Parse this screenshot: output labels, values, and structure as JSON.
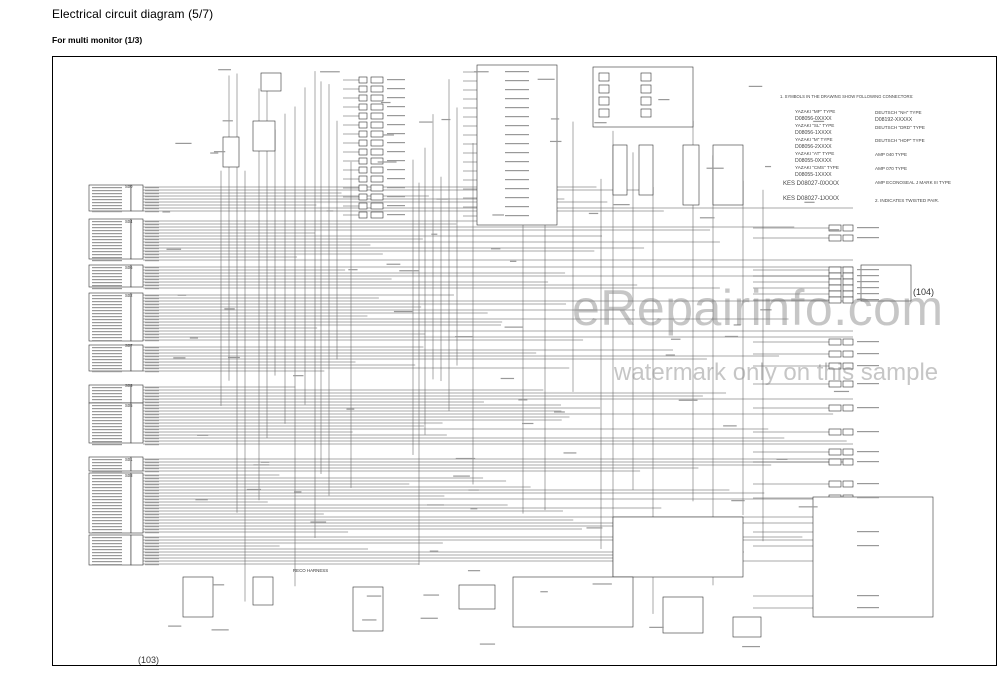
{
  "header": {
    "title": "Electrical circuit diagram (5/7)",
    "subtitle": "For multi monitor (1/3)"
  },
  "watermark": {
    "brand": "eRepairinfo.com",
    "notice": "watermark only on this sample"
  },
  "diagram": {
    "connectors_left": [
      "S00",
      "S04",
      "S06",
      "S02",
      "S07",
      "S03",
      "S05",
      "S01",
      "S08"
    ],
    "notes": [
      "1. SYMBOLS IN THE DRAWING SHOW FOLLOWING CONNECTORS:",
      "YAZAKI \"MF\" TYPE",
      "YAZAKI \"SL\" TYPE",
      "YAZAKI \"M\" TYPE",
      "YAZAKI \"AT\" TYPE",
      "YAZAKI \"CMS\" TYPE",
      "KES D08027-0XXXX",
      "KES D08027-1XXXX",
      "DEUTSCH \"NH\" TYPE",
      "DEUTSCH \"DRD\" TYPE",
      "DEUTSCH \"HDP\" TYPE",
      "AMP 040 TYPE",
      "AMP 070 TYPE",
      "AMP ECONOSEAL J MARK III TYPE",
      "2. INDICATES TWISTED PAIR."
    ],
    "codes": [
      "D08192-XXXXX",
      "D08056-0XXXX",
      "D08056-1XXXX",
      "D08056-2XXXX",
      "D08055-0XXXX",
      "D08055-1XXXX"
    ],
    "labels": {
      "harness": "RECO HARNESS",
      "callout_right": "(104)",
      "callout_bottom": "(103)"
    }
  }
}
